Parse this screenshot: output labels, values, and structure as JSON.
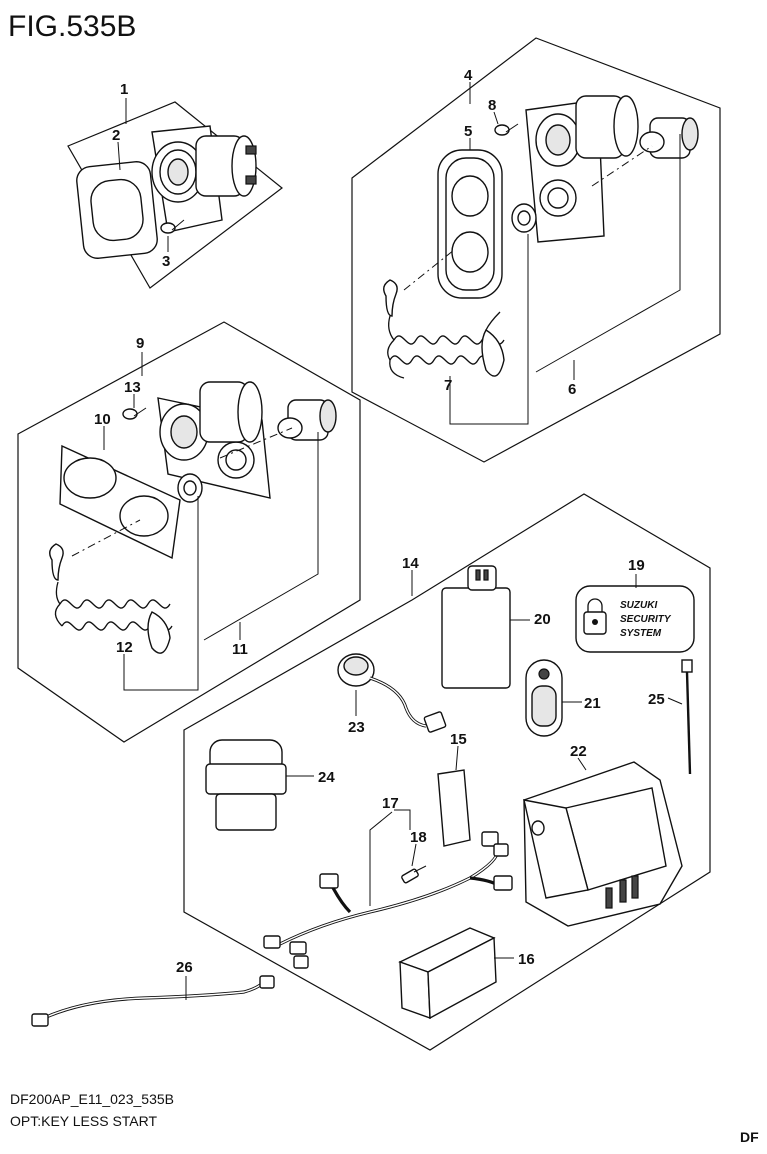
{
  "figure": {
    "title": "FIG.535B",
    "doc_code": "DF200AP_E11_023_535B",
    "caption": "OPT:KEY LESS START",
    "corner_mark": "DF"
  },
  "labels": [
    "1",
    "2",
    "3",
    "4",
    "5",
    "6",
    "7",
    "8",
    "9",
    "10",
    "11",
    "12",
    "13",
    "14",
    "15",
    "16",
    "17",
    "18",
    "19",
    "20",
    "21",
    "22",
    "23",
    "24",
    "25",
    "26"
  ],
  "sticker": {
    "line1": "SUZUKI",
    "line2": "SECURITY",
    "line3": "SYSTEM"
  },
  "icons": [
    "padlock-icon",
    "fob-logo-icon"
  ]
}
